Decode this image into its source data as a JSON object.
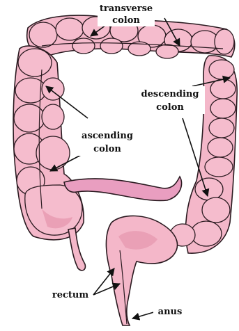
{
  "labels": {
    "transverse": [
      "transverse",
      "colon"
    ],
    "descending": [
      "descending",
      "colon"
    ],
    "ascending": [
      "ascending",
      "colon"
    ],
    "rectum": "rectum",
    "anus": "anus"
  },
  "colors": {
    "tissue": "#f4b7c9",
    "tissue_dark": "#eaa0b6",
    "appendix": "#e99ec0",
    "outline": "#2a1a20"
  }
}
